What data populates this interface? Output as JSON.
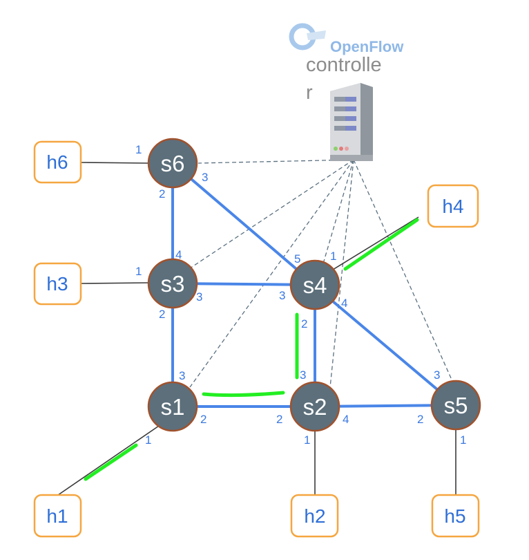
{
  "controller": {
    "logo_text": "OpenFlow",
    "label_line1": "controlle",
    "label_line2": "r"
  },
  "switches": [
    {
      "id": "s1",
      "label": "s1"
    },
    {
      "id": "s2",
      "label": "s2"
    },
    {
      "id": "s3",
      "label": "s3"
    },
    {
      "id": "s4",
      "label": "s4"
    },
    {
      "id": "s5",
      "label": "s5"
    },
    {
      "id": "s6",
      "label": "s6"
    }
  ],
  "hosts": [
    {
      "id": "h1",
      "label": "h1"
    },
    {
      "id": "h2",
      "label": "h2"
    },
    {
      "id": "h3",
      "label": "h3"
    },
    {
      "id": "h4",
      "label": "h4"
    },
    {
      "id": "h5",
      "label": "h5"
    },
    {
      "id": "h6",
      "label": "h6"
    }
  ],
  "links": [
    {
      "from": "s6",
      "to": "s3",
      "type": "switch"
    },
    {
      "from": "s6",
      "to": "s4",
      "type": "switch"
    },
    {
      "from": "s3",
      "to": "s4",
      "type": "switch"
    },
    {
      "from": "s3",
      "to": "s1",
      "type": "switch"
    },
    {
      "from": "s4",
      "to": "s2",
      "type": "switch"
    },
    {
      "from": "s4",
      "to": "s5",
      "type": "switch"
    },
    {
      "from": "s1",
      "to": "s2",
      "type": "switch"
    },
    {
      "from": "s2",
      "to": "s5",
      "type": "switch"
    },
    {
      "from": "h6",
      "to": "s6",
      "type": "host"
    },
    {
      "from": "h3",
      "to": "s3",
      "type": "host"
    },
    {
      "from": "h1",
      "to": "s1",
      "type": "host"
    },
    {
      "from": "h2",
      "to": "s2",
      "type": "host"
    },
    {
      "from": "h5",
      "to": "s5",
      "type": "host"
    },
    {
      "from": "h4",
      "to": "s4",
      "type": "host"
    }
  ],
  "control_links": [
    "s6",
    "s3",
    "s4",
    "s1",
    "s2",
    "s5"
  ],
  "highlighted_path": [
    "h1",
    "s1",
    "s2",
    "s4",
    "h4"
  ],
  "colors": {
    "switch_link": "#4a86e8",
    "path_highlight": "#22ee22",
    "switch_fill": "#5c6f7b",
    "switch_border": "#a0522d",
    "host_border": "#f5a640",
    "port_label": "#3a78e0"
  },
  "ports": {
    "s6_h6": "1",
    "s6_s3": "2",
    "s6_s4": "3",
    "s3_h3": "1",
    "s3_s6": "4",
    "s3_s1": "2",
    "s3_s4": "3",
    "s4_h4": "1",
    "s4_s6": "5",
    "s4_s3": "3",
    "s4_s2": "2",
    "s4_s5": "4",
    "s1_s3": "3",
    "s1_s2": "2",
    "s1_h1": "1",
    "s2_s4": "3",
    "s2_s1": "2",
    "s2_s5": "4",
    "s2_h2": "1",
    "s5_s4": "3",
    "s5_s2": "2",
    "s5_h5": "1"
  }
}
